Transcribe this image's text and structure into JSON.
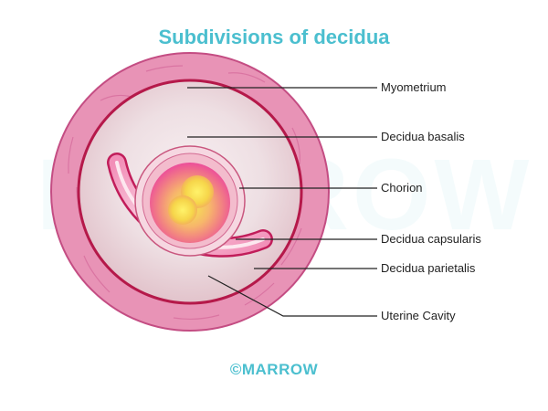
{
  "title": "Subdivisions of decidua",
  "watermark": "MARROW",
  "copyright": "©MARROW",
  "labels": {
    "myometrium": "Myometrium",
    "decidua_basalis": "Decidua basalis",
    "chorion": "Chorion",
    "decidua_capsularis": "Decidua capsularis",
    "decidua_parietalis": "Decidua parietalis",
    "uterine_cavity": "Uterine Cavity"
  },
  "colors": {
    "title": "#4bbfcf",
    "copyright": "#4bbfcf",
    "watermark": "#7fd3de",
    "myometrium": "#e790b4",
    "decidua_line": "#b5194a",
    "decidua_fill": "#e9d2d8",
    "chorion_ring": "#f0b8c8",
    "embryo_center": "#f2e64a",
    "embryo_edge": "#ec4d9a"
  }
}
